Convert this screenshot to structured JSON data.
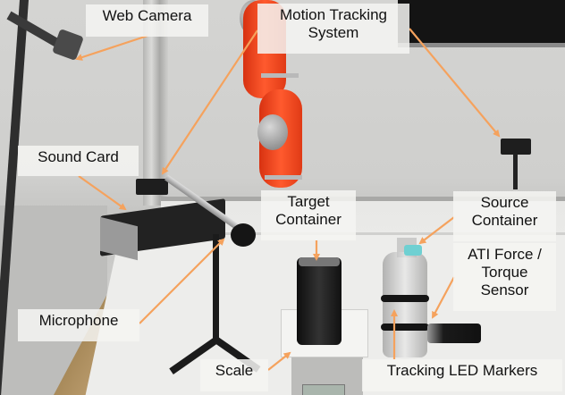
{
  "figure": {
    "description": "Annotated photograph of a robotic pouring experiment setup",
    "arrow_color": "#f5a25d",
    "label_bg": "#f3f3f0",
    "labels": [
      {
        "id": "web-camera",
        "text": "Web Camera"
      },
      {
        "id": "motion-tracking",
        "text": "Motion Tracking\nSystem"
      },
      {
        "id": "sound-card",
        "text": "Sound Card"
      },
      {
        "id": "target-container",
        "text": "Target\nContainer"
      },
      {
        "id": "source-container",
        "text": "Source\nContainer"
      },
      {
        "id": "ati-sensor",
        "text": "ATI Force /\nTorque\nSensor"
      },
      {
        "id": "microphone",
        "text": "Microphone"
      },
      {
        "id": "scale",
        "text": "Scale"
      },
      {
        "id": "tracking-markers",
        "text": "Tracking LED Markers"
      }
    ]
  }
}
